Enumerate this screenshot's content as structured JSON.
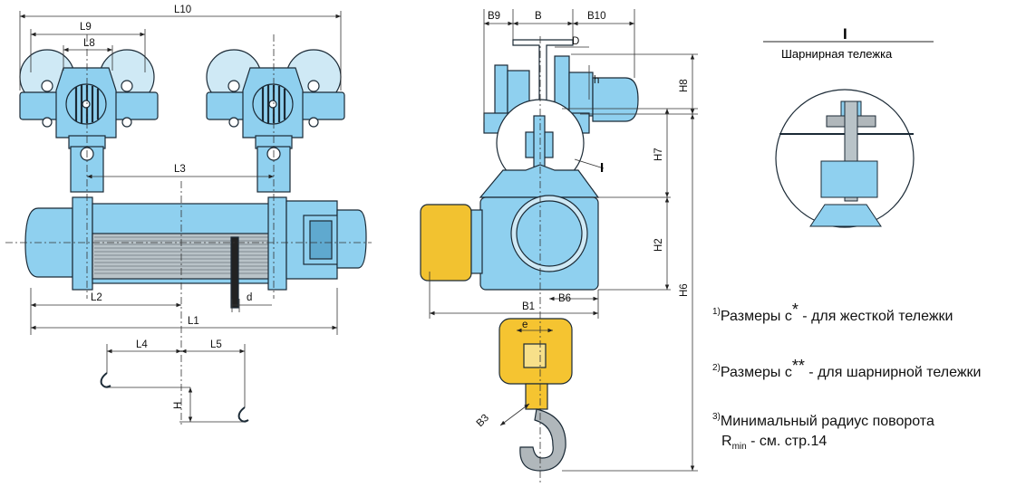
{
  "colors": {
    "body_blue": "#8fd0ef",
    "motor_yellow": "#f2c230",
    "hook_block_yellow": "#f5c431",
    "outline": "#1b2a36",
    "dim_line": "#333333",
    "drum_rope": "#9aa3a8"
  },
  "side_view": {
    "dimensions": {
      "L10": "L10",
      "L9": "L9",
      "L8": "L8",
      "L3": "L3",
      "L2": "L2",
      "d": "d",
      "L1": "L1",
      "L4": "L4",
      "L5": "L5",
      "H": "H"
    }
  },
  "end_view": {
    "dimensions": {
      "B9": "B9",
      "B": "B",
      "B10": "B10",
      "D": "D",
      "h": "h",
      "H8": "H8",
      "H7": "H7",
      "H2": "H2",
      "H6": "H6",
      "B1": "B1",
      "B6": "B6",
      "e": "e",
      "B3": "B3"
    },
    "detail_marker": "I"
  },
  "detail": {
    "title": "I",
    "caption": "Шарнирная тележка"
  },
  "notes": [
    {
      "num": "1)",
      "pre": "Размеры с",
      "mark": "*",
      "post": " - для жесткой тележки"
    },
    {
      "num": "2)",
      "pre": "Размеры с",
      "mark": "**",
      "post": " - для шарнирной тележки"
    },
    {
      "num": "3)",
      "line1": "Минимальный радиус поворота",
      "r": "R",
      "sub": "min",
      "line2": " - см. стр.14"
    }
  ]
}
